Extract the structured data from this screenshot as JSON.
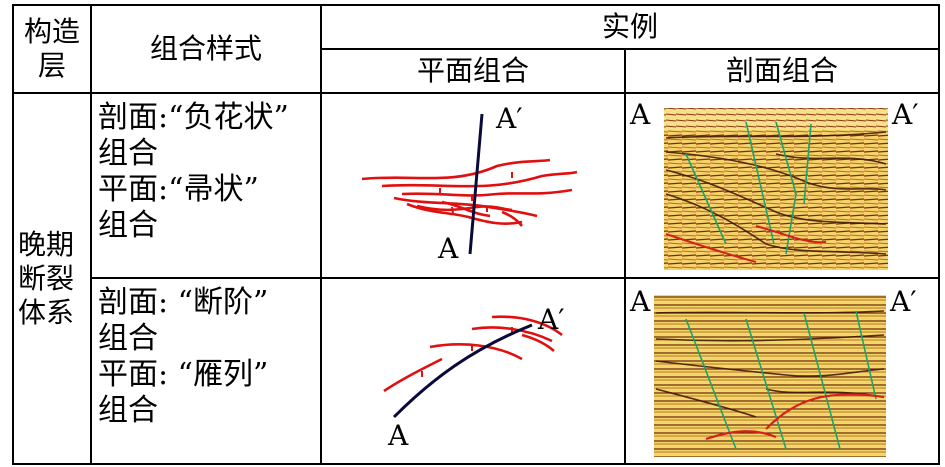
{
  "header": {
    "layer_col_line1": "构造",
    "layer_col_line2": "层",
    "style_col": "组合样式",
    "example_col": "实例",
    "plan_col": "平面组合",
    "section_col": "剖面组合"
  },
  "layer": {
    "line1": "晚期",
    "line2": "断裂",
    "line3": "体系"
  },
  "rows": [
    {
      "style_lines": [
        "剖面:“负花状”",
        "组合",
        "平面:“帚状”",
        "组合"
      ],
      "plan_label_start": "A",
      "plan_label_end": "A′",
      "section_label_start": "A",
      "section_label_end": "A′"
    },
    {
      "style_lines": [
        "剖面: “断阶”",
        "组合",
        "平面: “雁列”",
        "组合"
      ],
      "plan_label_start": "A",
      "plan_label_end": "A′",
      "section_label_start": "A",
      "section_label_end": "A′"
    }
  ],
  "colors": {
    "fault_red": "#e01010",
    "profile_line": "#0a0a3a",
    "seismic_yellow": "#f3d36a",
    "seismic_dark": "#5a1e0a",
    "seismic_green": "#1aa36a"
  }
}
